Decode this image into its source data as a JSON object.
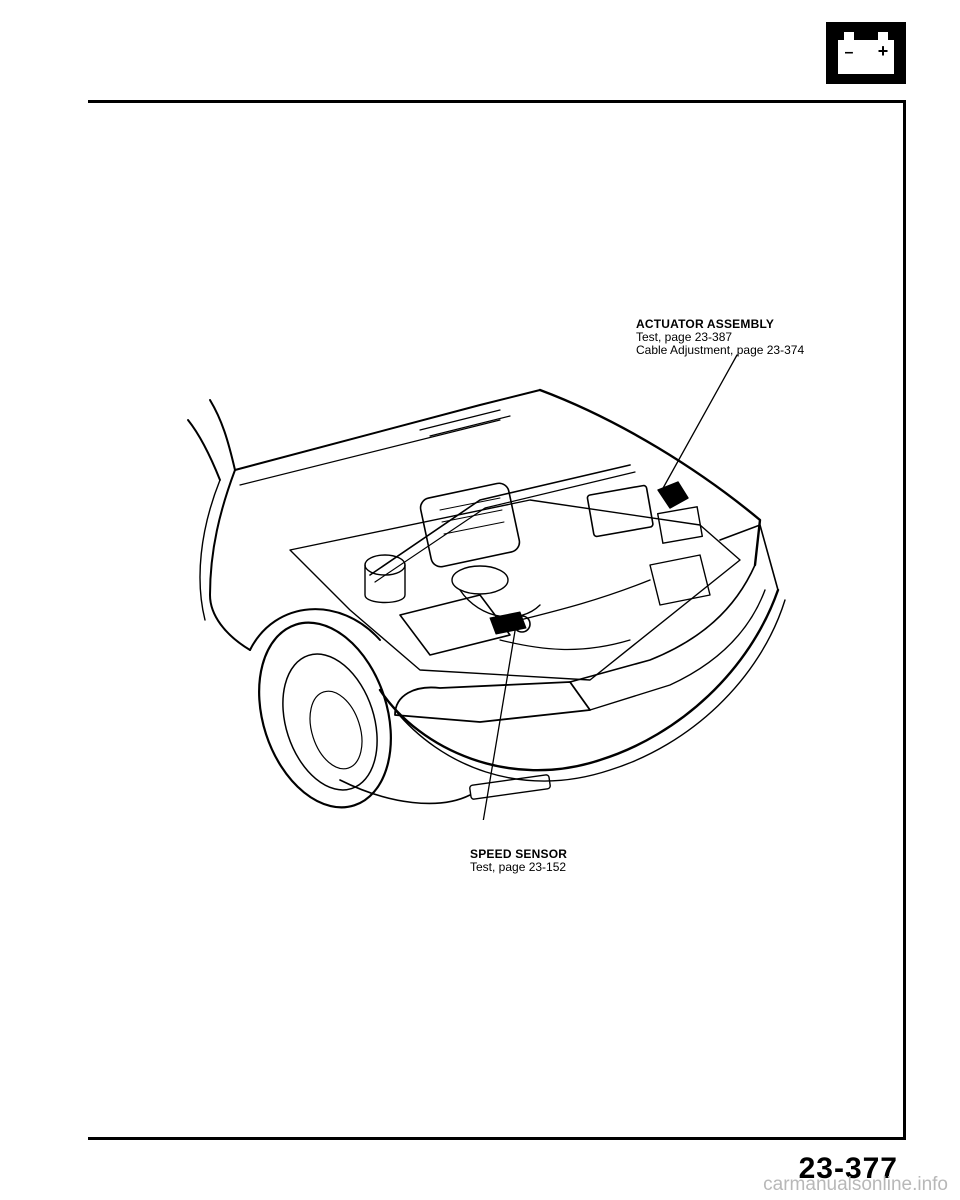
{
  "header": {
    "icon": "battery-icon",
    "icon_minus": "–",
    "icon_plus": "+"
  },
  "callouts": {
    "actuator": {
      "title": "ACTUATOR ASSEMBLY",
      "lines": [
        "Test, page 23-387",
        "Cable Adjustment, page 23-374"
      ]
    },
    "speed_sensor": {
      "title": "SPEED SENSOR",
      "lines": [
        "Test, page 23-152"
      ]
    }
  },
  "page_number": "23-377",
  "footer": {
    "watermark": "carmanualsonline.info"
  }
}
